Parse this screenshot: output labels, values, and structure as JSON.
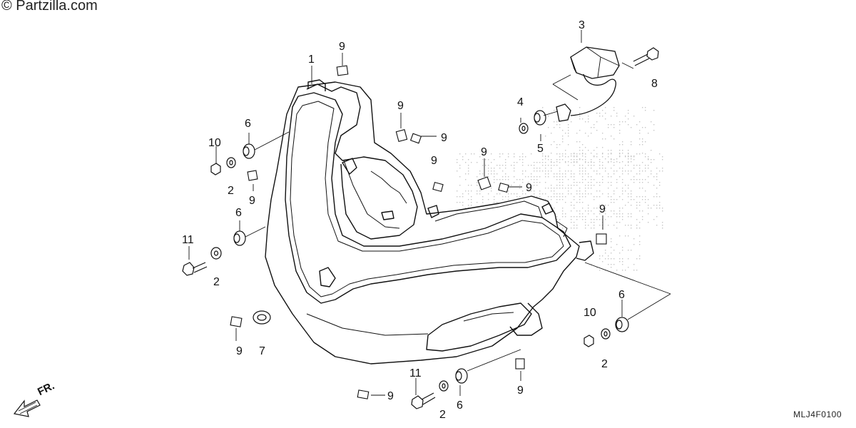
{
  "copyright": "© Partzilla.com",
  "diagram_code": "MLJ4F0100",
  "front_label": "FR.",
  "callouts": {
    "n1": "1",
    "n2a": "2",
    "n2b": "2",
    "n2c": "2",
    "n2d": "2",
    "n3": "3",
    "n4": "4",
    "n5": "5",
    "n6a": "6",
    "n6b": "6",
    "n6c": "6",
    "n6d": "6",
    "n7": "7",
    "n8": "8",
    "n9a": "9",
    "n9b": "9",
    "n9c": "9",
    "n9d": "9",
    "n9e": "9",
    "n9f": "9",
    "n9g": "9",
    "n9h": "9",
    "n9i": "9",
    "n9j": "9",
    "n9k": "9",
    "n10a": "10",
    "n10b": "10",
    "n11a": "11",
    "n11b": "11"
  }
}
